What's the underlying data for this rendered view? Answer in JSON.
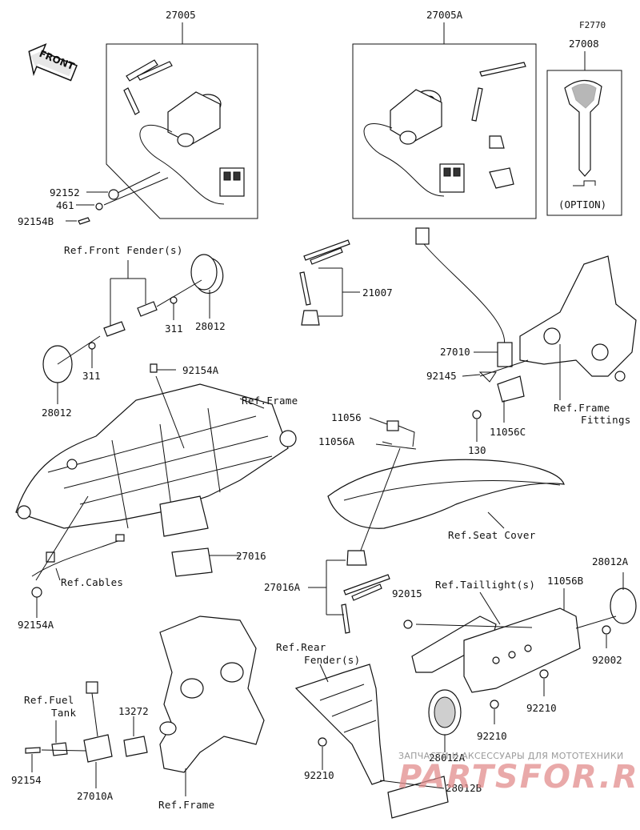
{
  "labels": {
    "l27005": "27005",
    "l27005A": "27005A",
    "lF2770": "F2770",
    "l27008": "27008",
    "option": "(OPTION)",
    "l92152": "92152",
    "l461": "461",
    "l92154B": "92154B",
    "ref_front_fender": "Ref.Front Fender(s)",
    "l311a": "311",
    "l28012a": "28012",
    "l311b": "311",
    "l28012b": "28012",
    "l92154A_top": "92154A",
    "ref_frame_top": "Ref.Frame",
    "ref_cables": "Ref.Cables",
    "l92154A_bottom": "92154A",
    "l27016": "27016",
    "l21007": "21007",
    "l27010": "27010",
    "l92145": "92145",
    "l130": "130",
    "l11056C": "11056C",
    "ref_frame_fittings_1": "Ref.Frame",
    "ref_frame_fittings_2": "Fittings",
    "l11056": "11056",
    "l11056A": "11056A",
    "ref_seat_cover": "Ref.Seat Cover",
    "l27016A": "27016A",
    "l92015": "92015",
    "ref_taillight": "Ref.Taillight(s)",
    "l11056B": "11056B",
    "l28012A_top": "28012A",
    "l92002": "92002",
    "l92210_a": "92210",
    "l92210_b": "92210",
    "ref_rear_fender_1": "Ref.Rear",
    "ref_rear_fender_2": "Fender(s)",
    "l92210_c": "92210",
    "l28012A_bottom": "28012A",
    "l28012B": "28012B",
    "ref_fuel_tank_1": "Ref.Fuel",
    "ref_fuel_tank_2": "Tank",
    "l13272": "13272",
    "l92154": "92154",
    "l27010A": "27010A",
    "ref_frame_bottom": "Ref.Frame"
  },
  "front_badge": "FRONT",
  "watermark": {
    "small": "ЗАПЧАСТИ И АКСЕССУАРЫ ДЛЯ МОТОТЕХНИКИ",
    "big": "PARTSFOR.RU"
  }
}
